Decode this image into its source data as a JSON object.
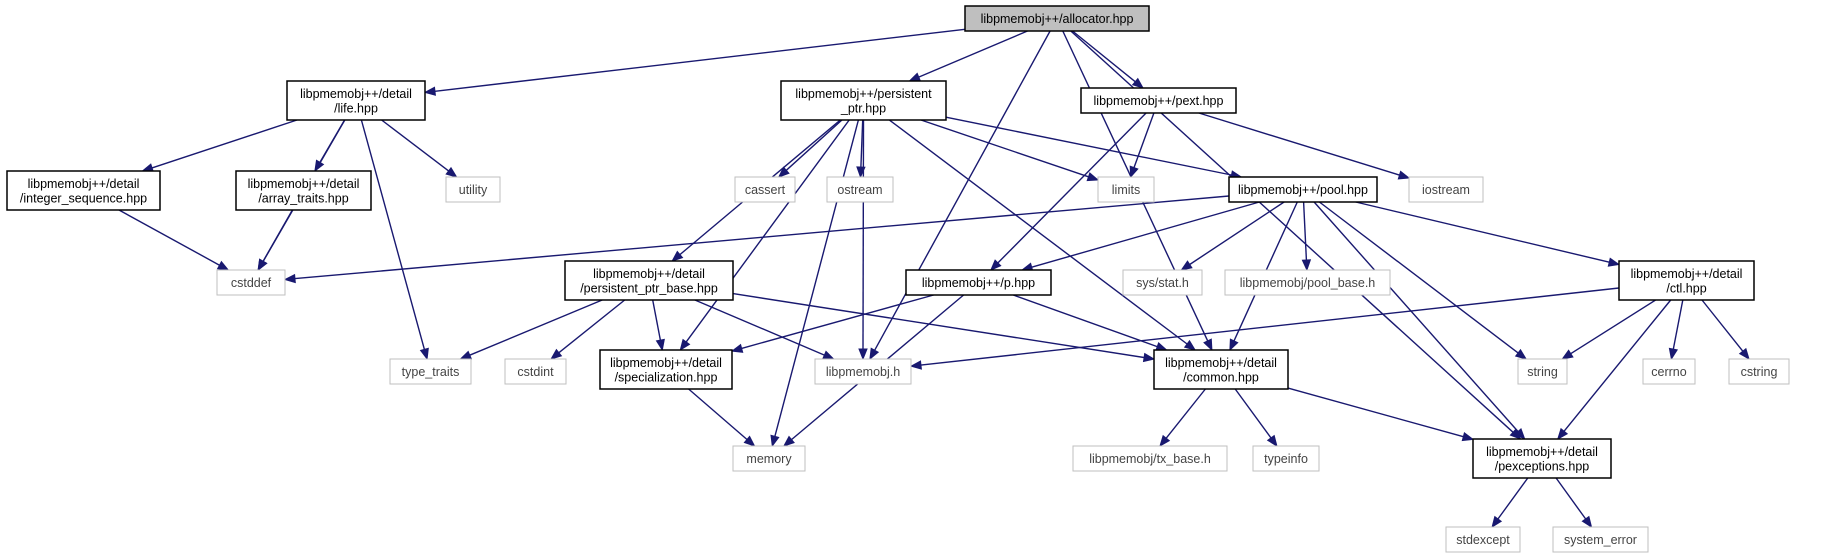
{
  "diagram": {
    "type": "include-dependency-graph",
    "colors": {
      "edge": "#191970",
      "root_fill": "#bfbfbf",
      "node_border": "#000000",
      "system_border": "#bfbfbf"
    },
    "nodes": [
      {
        "id": "allocator",
        "lines": [
          "libpmemobj++/allocator.hpp"
        ],
        "kind": "root"
      },
      {
        "id": "life",
        "lines": [
          "libpmemobj++/detail",
          "/life.hpp"
        ],
        "kind": "local"
      },
      {
        "id": "persistent_ptr",
        "lines": [
          "libpmemobj++/persistent",
          "_ptr.hpp"
        ],
        "kind": "local"
      },
      {
        "id": "pext",
        "lines": [
          "libpmemobj++/pext.hpp"
        ],
        "kind": "local"
      },
      {
        "id": "integer_sequence",
        "lines": [
          "libpmemobj++/detail",
          "/integer_sequence.hpp"
        ],
        "kind": "local"
      },
      {
        "id": "array_traits",
        "lines": [
          "libpmemobj++/detail",
          "/array_traits.hpp"
        ],
        "kind": "local"
      },
      {
        "id": "utility",
        "lines": [
          "utility"
        ],
        "kind": "system"
      },
      {
        "id": "cassert",
        "lines": [
          "cassert"
        ],
        "kind": "system"
      },
      {
        "id": "ostream",
        "lines": [
          "ostream"
        ],
        "kind": "system"
      },
      {
        "id": "limits",
        "lines": [
          "limits"
        ],
        "kind": "system"
      },
      {
        "id": "pool",
        "lines": [
          "libpmemobj++/pool.hpp"
        ],
        "kind": "local"
      },
      {
        "id": "iostream",
        "lines": [
          "iostream"
        ],
        "kind": "system"
      },
      {
        "id": "cstddef",
        "lines": [
          "cstddef"
        ],
        "kind": "system"
      },
      {
        "id": "persistent_ptr_base",
        "lines": [
          "libpmemobj++/detail",
          "/persistent_ptr_base.hpp"
        ],
        "kind": "local"
      },
      {
        "id": "p",
        "lines": [
          "libpmemobj++/p.hpp"
        ],
        "kind": "local"
      },
      {
        "id": "sys_stat",
        "lines": [
          "sys/stat.h"
        ],
        "kind": "system"
      },
      {
        "id": "pool_base",
        "lines": [
          "libpmemobj/pool_base.h"
        ],
        "kind": "system"
      },
      {
        "id": "ctl",
        "lines": [
          "libpmemobj++/detail",
          "/ctl.hpp"
        ],
        "kind": "local"
      },
      {
        "id": "type_traits",
        "lines": [
          "type_traits"
        ],
        "kind": "system"
      },
      {
        "id": "cstdint",
        "lines": [
          "cstdint"
        ],
        "kind": "system"
      },
      {
        "id": "specialization",
        "lines": [
          "libpmemobj++/detail",
          "/specialization.hpp"
        ],
        "kind": "local"
      },
      {
        "id": "libpmemobj_h",
        "lines": [
          "libpmemobj.h"
        ],
        "kind": "system"
      },
      {
        "id": "common",
        "lines": [
          "libpmemobj++/detail",
          "/common.hpp"
        ],
        "kind": "local"
      },
      {
        "id": "string",
        "lines": [
          "string"
        ],
        "kind": "system"
      },
      {
        "id": "cerrno",
        "lines": [
          "cerrno"
        ],
        "kind": "system"
      },
      {
        "id": "cstring",
        "lines": [
          "cstring"
        ],
        "kind": "system"
      },
      {
        "id": "memory",
        "lines": [
          "memory"
        ],
        "kind": "system"
      },
      {
        "id": "tx_base",
        "lines": [
          "libpmemobj/tx_base.h"
        ],
        "kind": "system"
      },
      {
        "id": "typeinfo",
        "lines": [
          "typeinfo"
        ],
        "kind": "system"
      },
      {
        "id": "pexceptions",
        "lines": [
          "libpmemobj++/detail",
          "/pexceptions.hpp"
        ],
        "kind": "local"
      },
      {
        "id": "stdexcept",
        "lines": [
          "stdexcept"
        ],
        "kind": "system"
      },
      {
        "id": "system_error",
        "lines": [
          "system_error"
        ],
        "kind": "system"
      }
    ],
    "edges": [
      [
        "allocator",
        "life"
      ],
      [
        "allocator",
        "persistent_ptr"
      ],
      [
        "allocator",
        "pext"
      ],
      [
        "allocator",
        "libpmemobj_h"
      ],
      [
        "allocator",
        "common"
      ],
      [
        "allocator",
        "pexceptions"
      ],
      [
        "life",
        "integer_sequence"
      ],
      [
        "life",
        "array_traits"
      ],
      [
        "life",
        "cstddef"
      ],
      [
        "life",
        "utility"
      ],
      [
        "life",
        "type_traits"
      ],
      [
        "integer_sequence",
        "cstddef"
      ],
      [
        "array_traits",
        "cstddef"
      ],
      [
        "persistent_ptr",
        "cassert"
      ],
      [
        "persistent_ptr",
        "ostream"
      ],
      [
        "persistent_ptr",
        "limits"
      ],
      [
        "persistent_ptr",
        "pool"
      ],
      [
        "persistent_ptr",
        "persistent_ptr_base"
      ],
      [
        "persistent_ptr",
        "specialization"
      ],
      [
        "persistent_ptr",
        "memory"
      ],
      [
        "persistent_ptr",
        "libpmemobj_h"
      ],
      [
        "persistent_ptr",
        "common"
      ],
      [
        "pext",
        "limits"
      ],
      [
        "pext",
        "iostream"
      ],
      [
        "pext",
        "p"
      ],
      [
        "pool",
        "cstddef"
      ],
      [
        "pool",
        "p"
      ],
      [
        "pool",
        "sys_stat"
      ],
      [
        "pool",
        "pool_base"
      ],
      [
        "pool",
        "ctl"
      ],
      [
        "pool",
        "string"
      ],
      [
        "pool",
        "common"
      ],
      [
        "pool",
        "pexceptions"
      ],
      [
        "persistent_ptr_base",
        "type_traits"
      ],
      [
        "persistent_ptr_base",
        "cstdint"
      ],
      [
        "persistent_ptr_base",
        "specialization"
      ],
      [
        "persistent_ptr_base",
        "libpmemobj_h"
      ],
      [
        "persistent_ptr_base",
        "common"
      ],
      [
        "p",
        "specialization"
      ],
      [
        "p",
        "memory"
      ],
      [
        "p",
        "common"
      ],
      [
        "ctl",
        "libpmemobj_h"
      ],
      [
        "ctl",
        "string"
      ],
      [
        "ctl",
        "cerrno"
      ],
      [
        "ctl",
        "cstring"
      ],
      [
        "ctl",
        "pexceptions"
      ],
      [
        "specialization",
        "memory"
      ],
      [
        "common",
        "tx_base"
      ],
      [
        "common",
        "typeinfo"
      ],
      [
        "common",
        "pexceptions"
      ],
      [
        "pexceptions",
        "stdexcept"
      ],
      [
        "pexceptions",
        "system_error"
      ]
    ]
  }
}
